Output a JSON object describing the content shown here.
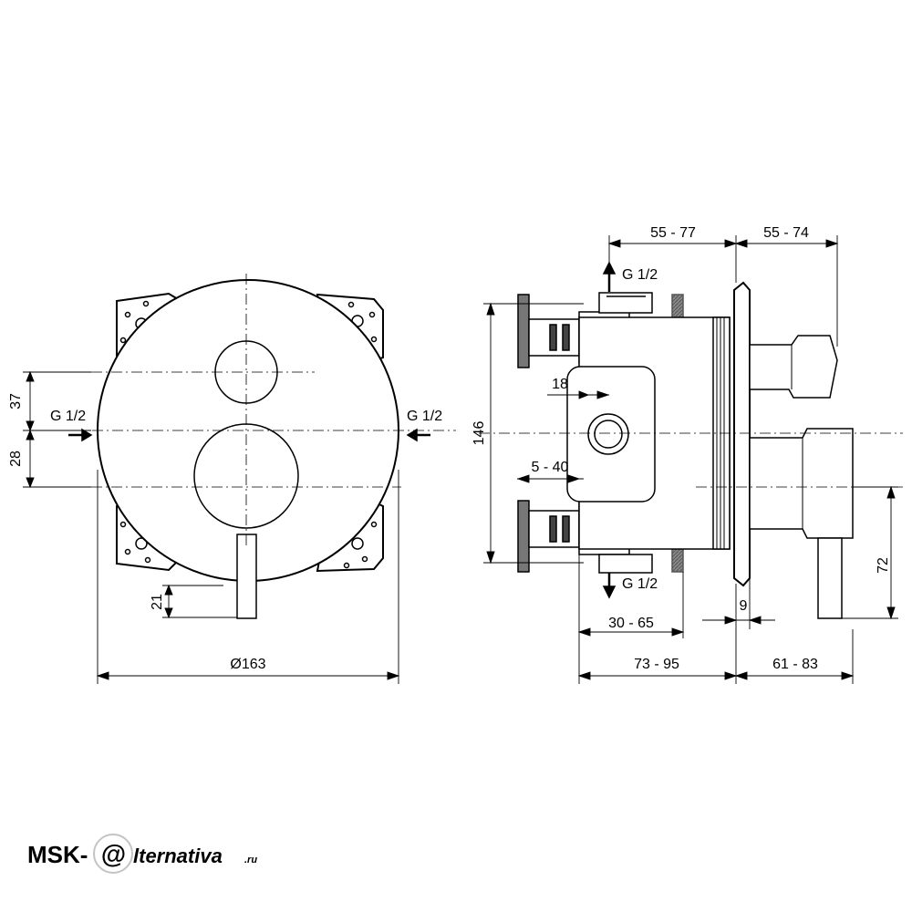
{
  "front_view": {
    "dim_37": "37",
    "dim_28": "28",
    "dim_21": "21",
    "dim_diameter": "Ø163",
    "inlet_left": "G 1/2",
    "inlet_right": "G 1/2"
  },
  "side_view": {
    "dim_55_77": "55 - 77",
    "dim_55_74": "55 - 74",
    "outlet_top": "G 1/2",
    "outlet_bottom": "G 1/2",
    "dim_146": "146",
    "dim_18": "18",
    "dim_5_40": "5 - 40",
    "dim_30_65": "30 - 65",
    "dim_9": "9",
    "dim_72": "72",
    "dim_73_95": "73 - 95",
    "dim_61_83": "61 - 83"
  },
  "watermark": {
    "brand_left": "MSK-",
    "brand_at": "@",
    "brand_right": "lternativa",
    "brand_tld": ".ru"
  }
}
